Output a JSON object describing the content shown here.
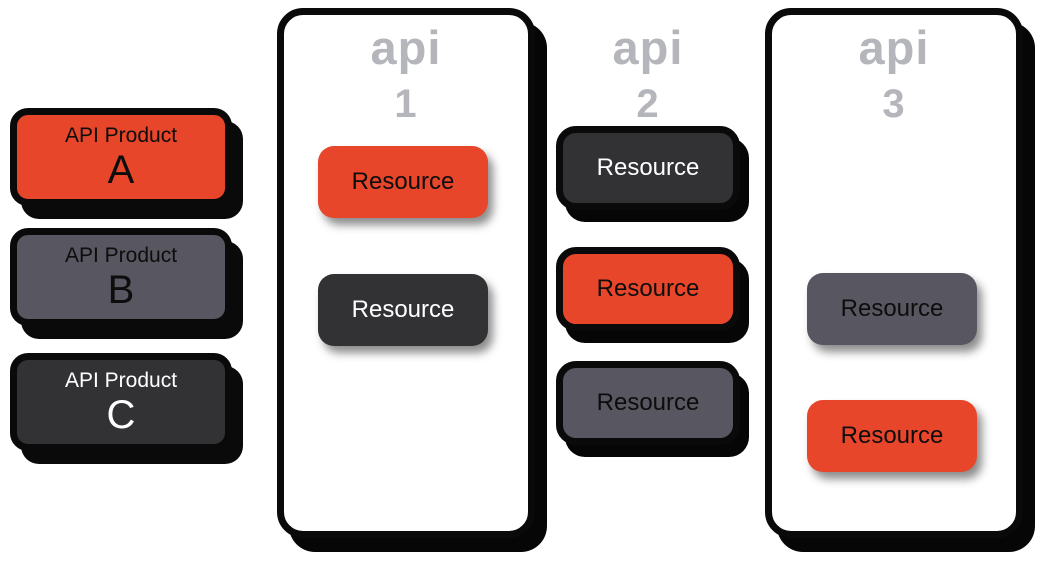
{
  "colors": {
    "orange": "#E8462B",
    "medium_gray": "#585660",
    "dark_gray": "#323134",
    "outline_black": "#0A0A0A",
    "api_label_gray": "#B4B6BB",
    "background": "#FFFFFF"
  },
  "products": [
    {
      "line1": "API Product",
      "letter": "A",
      "fill": "orange",
      "text_color": "dark"
    },
    {
      "line1": "API Product",
      "letter": "B",
      "fill": "medium_gray",
      "text_color": "dark"
    },
    {
      "line1": "API Product",
      "letter": "C",
      "fill": "dark_gray",
      "text_color": "light"
    }
  ],
  "apis": [
    {
      "label": "api",
      "number": "1",
      "has_container": true,
      "resources": [
        {
          "label": "Resource",
          "fill": "orange",
          "text_color": "dark",
          "outlined": false
        },
        {
          "label": "Resource",
          "fill": "dark_gray",
          "text_color": "light",
          "outlined": false
        }
      ]
    },
    {
      "label": "api",
      "number": "2",
      "has_container": false,
      "resources": [
        {
          "label": "Resource",
          "fill": "dark_gray",
          "text_color": "light",
          "outlined": true
        },
        {
          "label": "Resource",
          "fill": "orange",
          "text_color": "dark",
          "outlined": true
        },
        {
          "label": "Resource",
          "fill": "medium_gray",
          "text_color": "dark",
          "outlined": true
        }
      ]
    },
    {
      "label": "api",
      "number": "3",
      "has_container": true,
      "resources": [
        {
          "label": "Resource",
          "fill": "medium_gray",
          "text_color": "dark",
          "outlined": false
        },
        {
          "label": "Resource",
          "fill": "orange",
          "text_color": "dark",
          "outlined": false
        }
      ]
    }
  ]
}
